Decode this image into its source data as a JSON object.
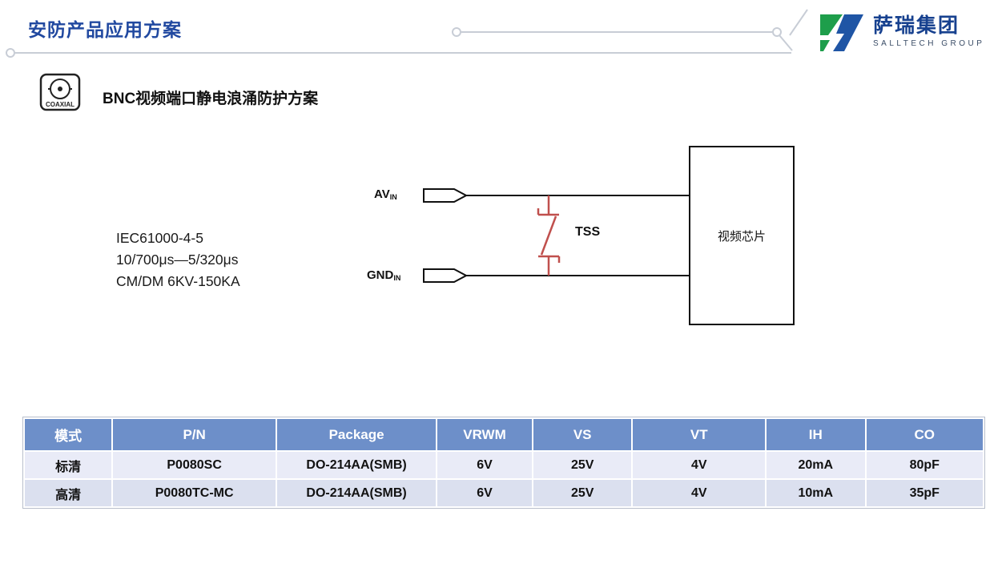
{
  "header": {
    "title": "安防产品应用方案"
  },
  "logo": {
    "name": "萨瑞集团",
    "subtitle": "SALLTECH GROUP"
  },
  "section": {
    "icon_label": "COAXIAL",
    "title": "BNC视频端口静电浪涌防护方案"
  },
  "diagram": {
    "standards": [
      "IEC61000-4-5",
      "10/700μs—5/320μs",
      "CM/DM 6KV-150KA"
    ],
    "av_label": "AV",
    "av_sub": "IN",
    "gnd_label": "GND",
    "gnd_sub": "IN",
    "tss_label": "TSS",
    "chip_label": "视频芯片"
  },
  "table": {
    "headers": [
      "模式",
      "P/N",
      "Package",
      "VRWM",
      "VS",
      "VT",
      "IH",
      "CO"
    ],
    "rows": [
      [
        "标清",
        "P0080SC",
        "DO-214AA(SMB)",
        "6V",
        "25V",
        "4V",
        "20mA",
        "80pF"
      ],
      [
        "高清",
        "P0080TC-MC",
        "DO-214AA(SMB)",
        "6V",
        "25V",
        "4V",
        "10mA",
        "35pF"
      ]
    ]
  },
  "colors": {
    "title_blue": "#2149A0",
    "table_header_blue": "#6D8FC9",
    "tss_red": "#C0504D",
    "logo_green": "#1E9E4B",
    "logo_blue": "#1F55A5"
  }
}
